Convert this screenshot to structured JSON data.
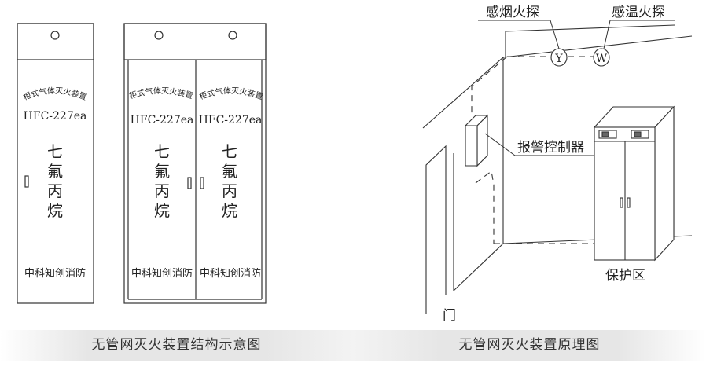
{
  "cabinets": {
    "arc_label": "柜式气体灭火装置",
    "model": "HFC-227ea",
    "agent_chars": [
      "七",
      "氟",
      "丙",
      "烷"
    ],
    "maker": "中科知创消防"
  },
  "room": {
    "smoke_detector_label": "感烟火探",
    "temp_detector_label": "感温火探",
    "smoke_symbol": "Y",
    "temp_symbol": "W",
    "controller_label": "报警控制器",
    "protection_zone_label": "保护区",
    "door_label": "门"
  },
  "captions": {
    "left": "无管网灭火装置结构示意图",
    "right": "无管网灭火装置原理图"
  }
}
